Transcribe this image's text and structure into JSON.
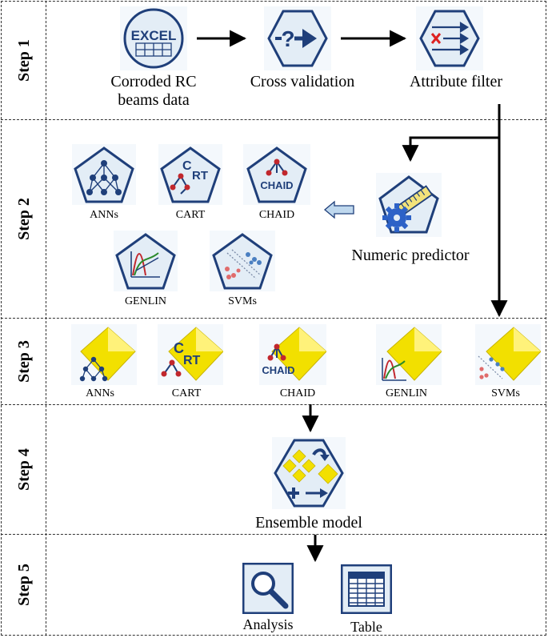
{
  "steps": [
    "Step 1",
    "Step 2",
    "Step 3",
    "Step 4",
    "Step 5"
  ],
  "step1": {
    "source": "Corroded RC beams data",
    "source_line1": "Corroded RC",
    "source_line2": "beams data",
    "source_icon_text": "EXCEL",
    "validation": "Cross validation",
    "filter": "Attribute filter"
  },
  "step2": {
    "models": [
      "ANNs",
      "CART",
      "CHAID",
      "GENLIN",
      "SVMs"
    ],
    "predictor": "Numeric predictor"
  },
  "step3": {
    "models": [
      "ANNs",
      "CART",
      "CHAID",
      "GENLIN",
      "SVMs"
    ]
  },
  "step4": {
    "ensemble": "Ensemble model"
  },
  "step5": {
    "outputs": [
      "Analysis",
      "Table"
    ]
  },
  "icon_text": {
    "cart": "RT",
    "cart_c": "C",
    "chaid": "CHAID"
  },
  "colors": {
    "node_fill": "#e3edf6",
    "node_stroke": "#1f3f7a",
    "nugget_yellow": "#f2e000",
    "arrow": "#000000",
    "left_arrow_fill": "#bfd8ee"
  }
}
